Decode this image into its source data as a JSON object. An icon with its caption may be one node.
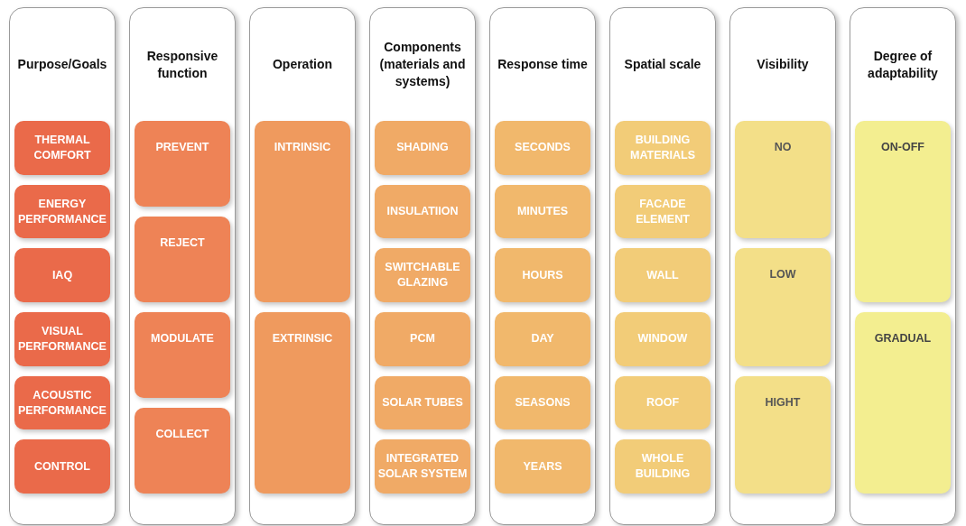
{
  "diagram": {
    "nodes": [
      {
        "text": [
          "Purpose/Goals"
        ]
      },
      {
        "text": [
          "THERMAL COMFORT"
        ],
        "in": 0
      },
      {
        "text": [
          "ENERGY PERFORMANCE"
        ],
        "in": 0
      },
      {
        "text": [
          "IAQ"
        ],
        "in": 0
      },
      {
        "text": [
          "VISUAL PERFORMANCE"
        ],
        "in": 0
      },
      {
        "text": [
          "ACOUSTIC PERFORMANCE"
        ],
        "in": 0
      },
      {
        "text": [
          "CONTROL"
        ],
        "in": 0
      },
      {
        "text": [
          "Responsive function"
        ]
      },
      {
        "text": [
          "PREVENT"
        ],
        "in": 7
      },
      {
        "text": [
          "REJECT"
        ],
        "in": 7
      },
      {
        "text": [
          "MODULATE"
        ],
        "in": 7
      },
      {
        "text": [
          "COLLECT"
        ],
        "in": 7
      },
      {
        "text": [
          "Operation"
        ]
      },
      {
        "text": [
          "INTRINSIC"
        ],
        "in": 12
      },
      {
        "text": [
          "EXTRINSIC"
        ],
        "in": 12
      },
      {
        "text": [
          "Components (materials and systems)"
        ]
      },
      {
        "text": [
          "SHADING"
        ],
        "in": 15
      },
      {
        "text": [
          "INSULATIION"
        ],
        "in": 15
      },
      {
        "text": [
          "SWITCHABLE GLAZING"
        ],
        "in": 15
      },
      {
        "text": [
          "PCM"
        ],
        "in": 15
      },
      {
        "text": [
          "SOLAR TUBES"
        ],
        "in": 15
      },
      {
        "text": [
          "INTEGRATED SOLAR SYSTEM"
        ],
        "in": 15
      },
      {
        "text": [
          "Response time"
        ]
      },
      {
        "text": [
          "SECONDS"
        ],
        "in": 22
      },
      {
        "text": [
          "MINUTES"
        ],
        "in": 22
      },
      {
        "text": [
          "HOURS"
        ],
        "in": 22
      },
      {
        "text": [
          "DAY"
        ],
        "in": 22
      },
      {
        "text": [
          "SEASONS"
        ],
        "in": 22
      },
      {
        "text": [
          "YEARS"
        ],
        "in": 22
      },
      {
        "text": [
          "Spatial scale"
        ]
      },
      {
        "text": [
          "BUILDING MATERIALS"
        ],
        "in": 29
      },
      {
        "text": [
          "FACADE ELEMENT"
        ],
        "in": 29
      },
      {
        "text": [
          "WALL"
        ],
        "in": 29
      },
      {
        "text": [
          "WINDOW"
        ],
        "in": 29
      },
      {
        "text": [
          "ROOF"
        ],
        "in": 29
      },
      {
        "text": [
          "WHOLE BUILDING"
        ],
        "in": 29
      },
      {
        "text": [
          "Visibility"
        ]
      },
      {
        "text": [
          "NO"
        ],
        "in": 36
      },
      {
        "text": [
          "LOW"
        ],
        "in": 36
      },
      {
        "text": [
          "HIGHT"
        ],
        "in": 36
      },
      {
        "text": [
          "Degree of adaptability"
        ]
      },
      {
        "text": [
          "ON-OFF"
        ],
        "in": 40
      },
      {
        "text": [
          "GRADUAL"
        ],
        "in": 40
      }
    ]
  }
}
